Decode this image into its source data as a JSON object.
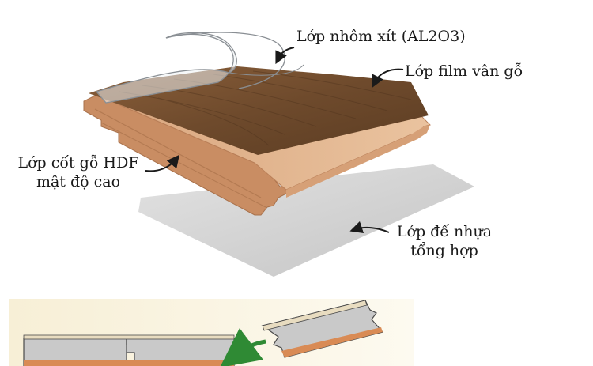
{
  "labels": {
    "aluminium": "Lớp nhôm xít (AL2O3)",
    "film": "Lớp film vân gỗ",
    "core_line1": "Lớp cốt gỗ HDF",
    "core_line2": "mật độ cao",
    "base_line1": "Lớp đế nhựa",
    "base_line2": "tổng hợp"
  },
  "colors": {
    "wood_film": "#6e4a2c",
    "core_face": "#e2b58f",
    "core_side": "#c98d63",
    "base_layer": "#d4d4d4",
    "install_bg": "#fbf6e8",
    "install_board": "#c9c9c9",
    "install_edge": "#d98b55",
    "arrow": "#2f8a34"
  }
}
